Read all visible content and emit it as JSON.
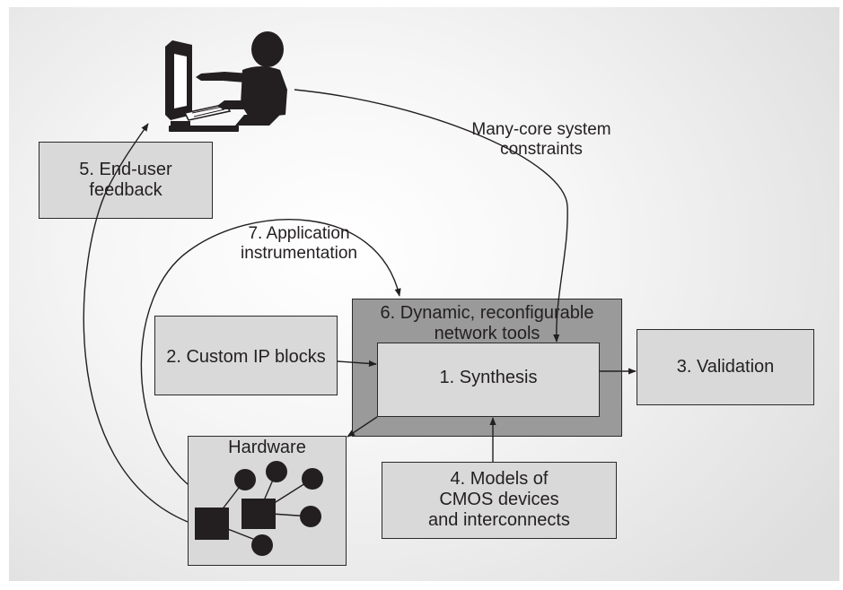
{
  "nodes": {
    "feedback": "5. End-user\nfeedback",
    "dynamic_tools": "6. Dynamic, reconfigurable\nnetwork tools",
    "synthesis": "1. Synthesis",
    "validation": "3. Validation",
    "custom_ip": "2. Custom IP blocks",
    "models": "4. Models of\nCMOS devices\nand interconnects",
    "hardware": "Hardware"
  },
  "edge_labels": {
    "instrumentation": "7. Application\ninstrumentation",
    "constraints": "Many-core system\nconstraints"
  },
  "icons": {
    "user": "person-at-computer-icon",
    "hardware": "network-graph-icon"
  },
  "colors": {
    "box_fill": "#d9d9d9",
    "outer_box_fill": "#9a9a9a",
    "ink": "#231f20"
  }
}
